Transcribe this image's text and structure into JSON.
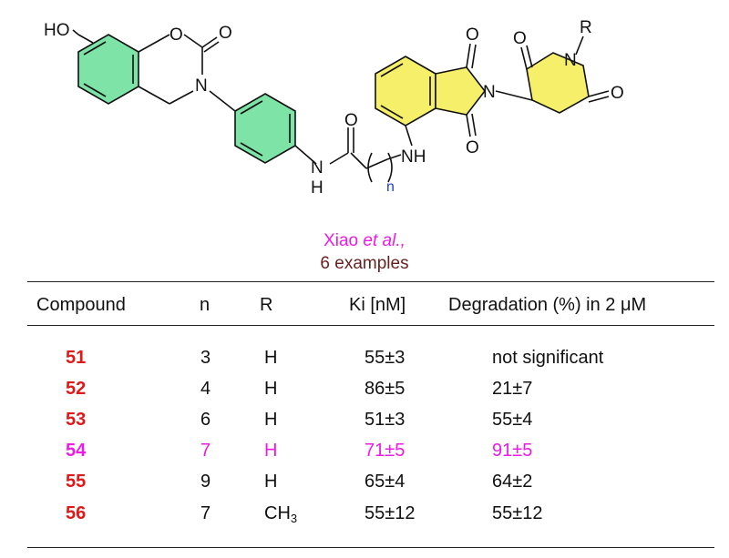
{
  "structure": {
    "labels": {
      "ho": "HO",
      "ring_o": "O",
      "carbonyl_o": "O",
      "n_left": "N",
      "amide_o": "O",
      "amide_n": "N",
      "amide_h": "H",
      "chain_n": "n",
      "nh": "NH",
      "imide_o_top": "O",
      "imide_o_bottom": "O",
      "imide_n": "N",
      "pip_o_left": "O",
      "pip_o_right": "O",
      "pip_n": "N",
      "r_group": "R"
    },
    "colors": {
      "green_ring": "#7de3a6",
      "yellow_ring": "#f6ef6a",
      "bond": "#111111",
      "n_label": "#1a3fd8"
    }
  },
  "caption": {
    "author": "Xiao",
    "author_suffix": "et al.,",
    "count": "6 examples"
  },
  "table": {
    "headers": {
      "compound": "Compound",
      "n": "n",
      "r": "R",
      "ki": "Ki [nM]",
      "degradation": "Degradation (%) in 2 μM"
    },
    "rows": [
      {
        "compound": "51",
        "n": "3",
        "r": "H",
        "r_sub": "",
        "ki": "55±3",
        "degradation": "not significant",
        "highlight": false
      },
      {
        "compound": "52",
        "n": "4",
        "r": "H",
        "r_sub": "",
        "ki": "86±5",
        "degradation": "21±7",
        "highlight": false
      },
      {
        "compound": "53",
        "n": "6",
        "r": "H",
        "r_sub": "",
        "ki": "51±3",
        "degradation": "55±4",
        "highlight": false
      },
      {
        "compound": "54",
        "n": "7",
        "r": "H",
        "r_sub": "",
        "ki": "71±5",
        "degradation": "91±5",
        "highlight": true
      },
      {
        "compound": "55",
        "n": "9",
        "r": "H",
        "r_sub": "",
        "ki": "65±4",
        "degradation": "64±2",
        "highlight": false
      },
      {
        "compound": "56",
        "n": "7",
        "r": "CH",
        "r_sub": "3",
        "ki": "55±12",
        "degradation": "55±12",
        "highlight": false
      }
    ],
    "colors": {
      "compound_default": "#e01818",
      "highlight": "#ee1ae6"
    }
  }
}
